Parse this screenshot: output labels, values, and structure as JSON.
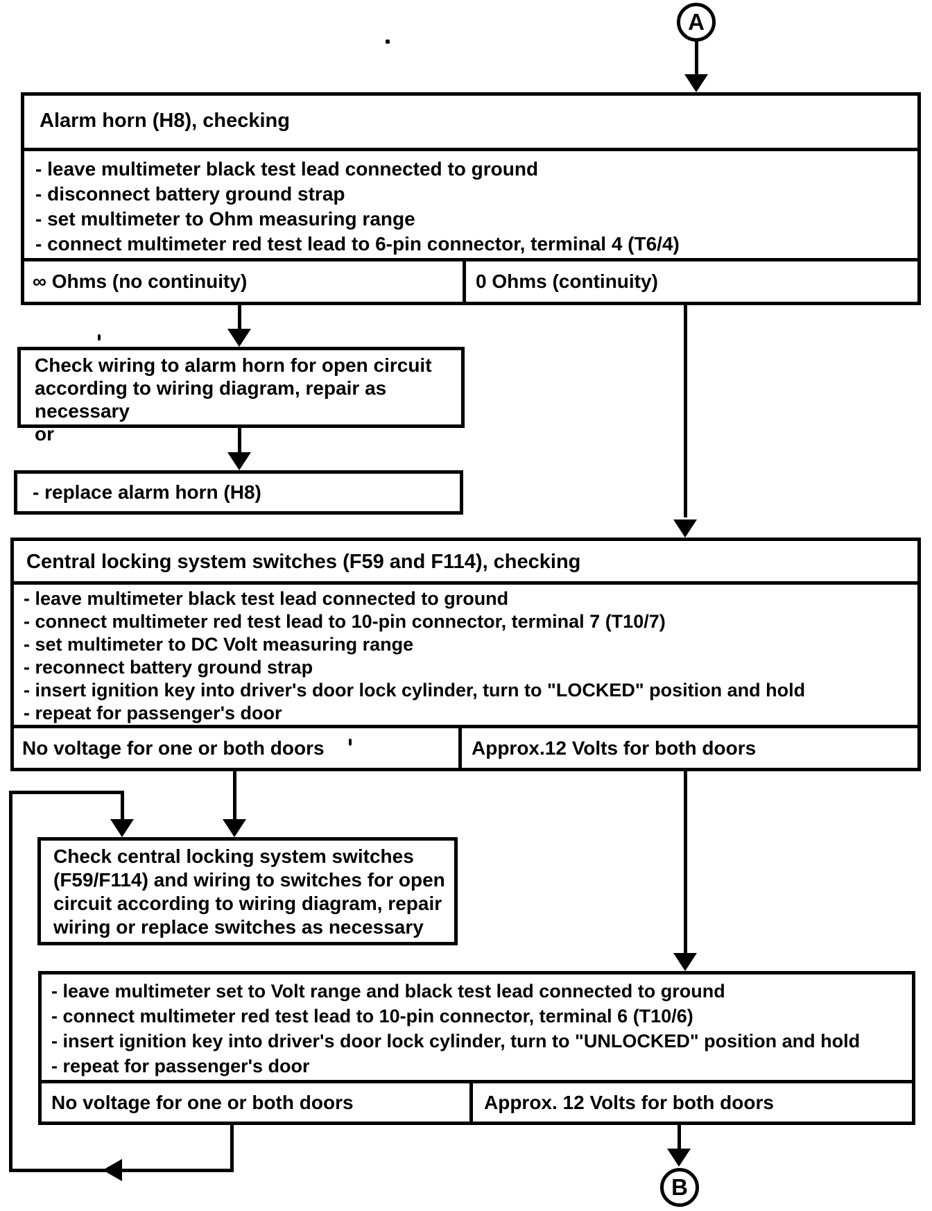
{
  "connector_top": {
    "label": "A"
  },
  "connector_bottom": {
    "label": "B"
  },
  "alarm_horn": {
    "title": "Alarm horn (H8), checking",
    "steps": [
      "- leave multimeter black test lead connected to ground",
      "- disconnect battery ground strap",
      "- set multimeter to Ohm measuring range",
      "- connect multimeter red test lead to 6-pin connector, terminal 4 (T6/4)"
    ],
    "result_left": "∞ Ohms (no continuity)",
    "result_right": "0 Ohms (continuity)"
  },
  "check_wiring": {
    "lines": [
      "Check wiring to alarm horn for open circuit",
      "according to wiring diagram, repair as necessary",
      "or"
    ]
  },
  "replace_horn": {
    "text": "- replace alarm horn (H8)"
  },
  "central_locking": {
    "title": "Central locking system switches (F59 and F114), checking",
    "steps": [
      "- leave multimeter black test lead connected to ground",
      "- connect multimeter red test lead to 10-pin connector, terminal 7 (T10/7)",
      "- set multimeter to DC Volt measuring range",
      "- reconnect battery ground strap",
      "- insert ignition key into driver's door lock cylinder, turn to \"LOCKED\" position and hold",
      "- repeat for passenger's door"
    ],
    "result_left": "No voltage for one or both doors",
    "result_right": "Approx.12 Volts for both doors"
  },
  "check_switches": {
    "lines": [
      "Check central locking system switches",
      "(F59/F114) and wiring to switches for open",
      "circuit according to wiring diagram, repair",
      "wiring or replace switches as necessary"
    ]
  },
  "unlock_test": {
    "steps": [
      "- leave multimeter set to Volt range and black test lead connected to ground",
      "- connect multimeter red test lead to 10-pin connector, terminal 6 (T10/6)",
      "- insert ignition key into driver's door lock cylinder, turn to \"UNLOCKED\" position and hold",
      "- repeat for passenger's door"
    ],
    "result_left": "No voltage for one or both doors",
    "result_right": "Approx. 12 Volts for both doors"
  },
  "colors": {
    "ink": "#000000",
    "paper": "#ffffff"
  }
}
